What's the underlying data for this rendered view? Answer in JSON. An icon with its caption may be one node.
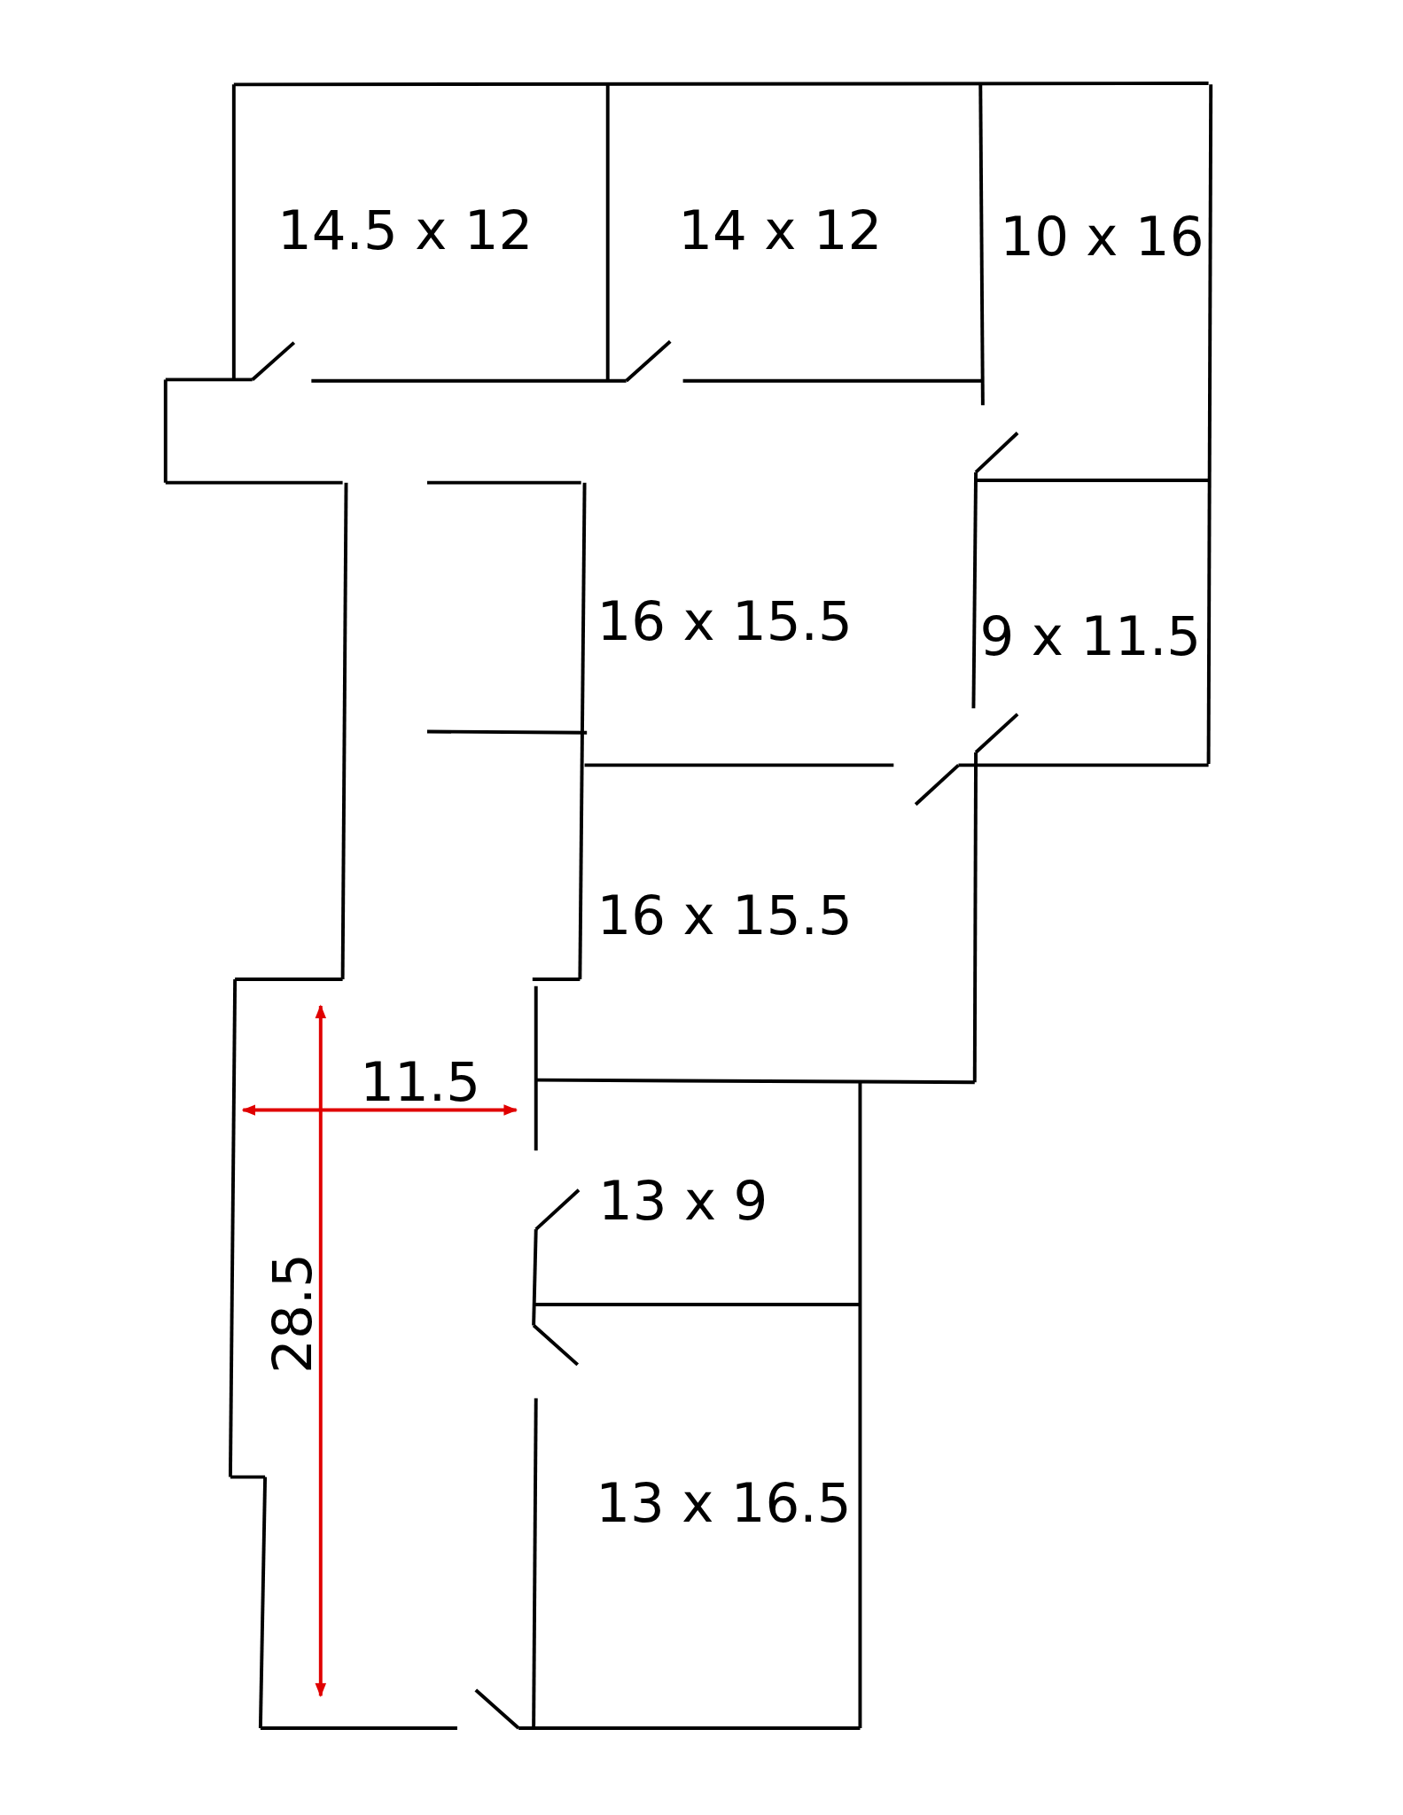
{
  "diagram": {
    "nodes": [
      {
        "text": [
          "14.5 x 12"
        ]
      },
      {
        "text": [
          "14 x 12"
        ]
      },
      {
        "text": [
          "10 x 16"
        ]
      },
      {
        "text": [
          "16 x 15.5"
        ]
      },
      {
        "text": [
          "9 x 11.5"
        ]
      },
      {
        "text": [
          "16 x 15.5"
        ]
      },
      {
        "text": [
          "13 x 9"
        ]
      },
      {
        "text": [
          "13 x 16.5"
        ]
      }
    ],
    "labels": [
      "11.5",
      "28.5"
    ]
  }
}
